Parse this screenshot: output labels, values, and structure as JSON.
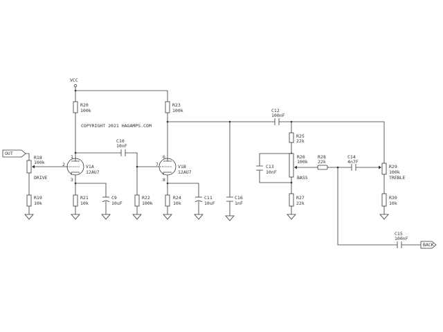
{
  "power": "VCC",
  "copyright": "COPYRIGHT 2021 HAGAMPS.COM",
  "ports": {
    "out": "OUT",
    "back": "BACK"
  },
  "tubes": {
    "v1a": {
      "name": "V1A",
      "type": "12AU7",
      "pins": [
        "1",
        "2",
        "3"
      ]
    },
    "v1b": {
      "name": "V1B",
      "type": "12AU7",
      "pins": [
        "6",
        "7",
        "8"
      ]
    }
  },
  "resistors": {
    "r20": {
      "ref": "R20",
      "value": "100k"
    },
    "r23": {
      "ref": "R23",
      "value": "100k"
    },
    "r21": {
      "ref": "R21",
      "value": "10k"
    },
    "r22": {
      "ref": "R22",
      "value": "100k"
    },
    "r24": {
      "ref": "R24",
      "value": "10k"
    },
    "r25": {
      "ref": "R25",
      "value": "22k"
    },
    "r27": {
      "ref": "R27",
      "value": "22k"
    },
    "r28": {
      "ref": "R28",
      "value": "22k"
    },
    "r19": {
      "ref": "R19",
      "value": "10k"
    },
    "r30": {
      "ref": "R30",
      "value": "10k"
    }
  },
  "pots": {
    "r18": {
      "ref": "R18",
      "value": "100k",
      "label": "DRIVE"
    },
    "r26": {
      "ref": "R26",
      "value": "100k",
      "label": "BASS"
    },
    "r29": {
      "ref": "R29",
      "value": "100k",
      "label": "TREBLE"
    }
  },
  "capacitors": {
    "c10": {
      "ref": "C10",
      "value": "10nF"
    },
    "c9": {
      "ref": "C9",
      "value": "10uF"
    },
    "c11": {
      "ref": "C11",
      "value": "10uF"
    },
    "c16": {
      "ref": "C16",
      "value": "1nF"
    },
    "c12": {
      "ref": "C12",
      "value": "100nF"
    },
    "c13": {
      "ref": "C13",
      "value": "10nF"
    },
    "c14": {
      "ref": "C14",
      "value": "4n7F"
    },
    "c15": {
      "ref": "C15",
      "value": "100nF"
    }
  },
  "colors": {
    "line": "#333333",
    "background": "#ffffff"
  }
}
